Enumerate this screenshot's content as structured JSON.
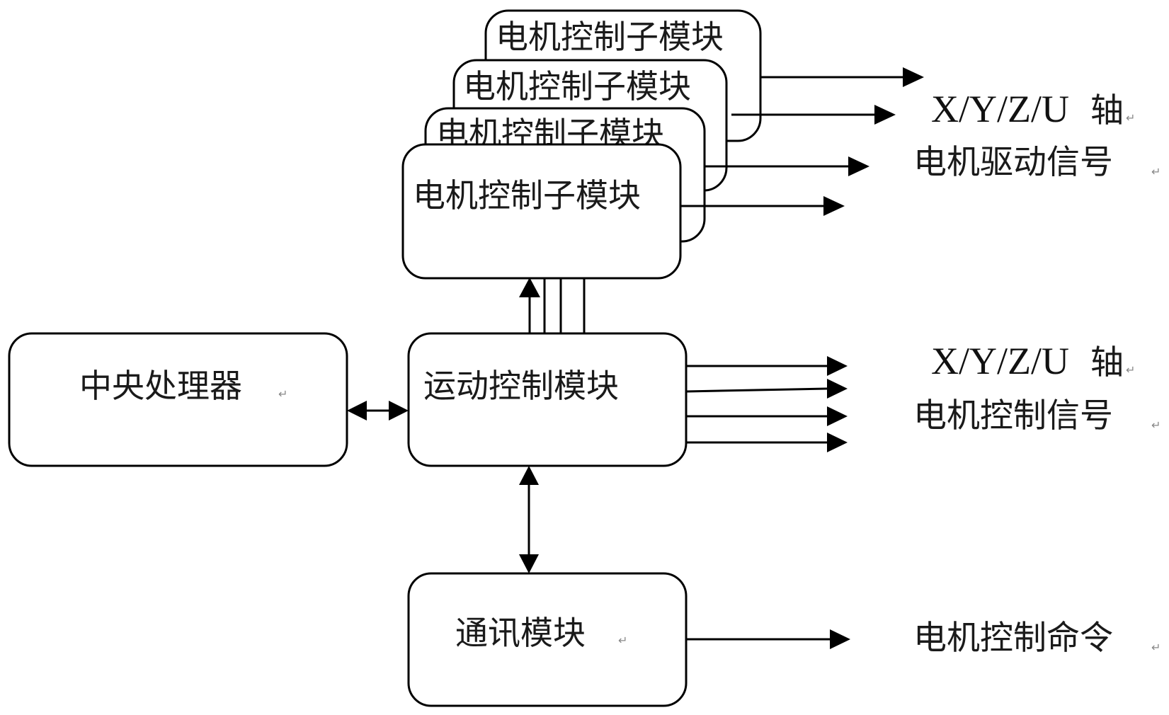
{
  "diagram": {
    "blocks": {
      "cpu": {
        "label": "中央处理器"
      },
      "motion_control": {
        "label": "运动控制模块"
      },
      "communication": {
        "label": "通讯模块"
      },
      "motor_submodules": [
        {
          "label": "电机控制子模块"
        },
        {
          "label": "电机控制子模块"
        },
        {
          "label": "电机控制子模块"
        },
        {
          "label": "电机控制子模块"
        }
      ]
    },
    "outputs": {
      "drive_signal": {
        "line1_latin": "X/Y/Z/U",
        "line1_cjk": "轴",
        "line2": "电机驱动信号"
      },
      "control_signal": {
        "line1_latin": "X/Y/Z/U",
        "line1_cjk": "轴",
        "line2": "电机控制信号"
      },
      "command": {
        "line1": "电机控制命令"
      }
    },
    "paragraph_mark": "↵",
    "colors": {
      "stroke": "#000000",
      "background": "#ffffff",
      "text": "#1a1a1a"
    }
  }
}
